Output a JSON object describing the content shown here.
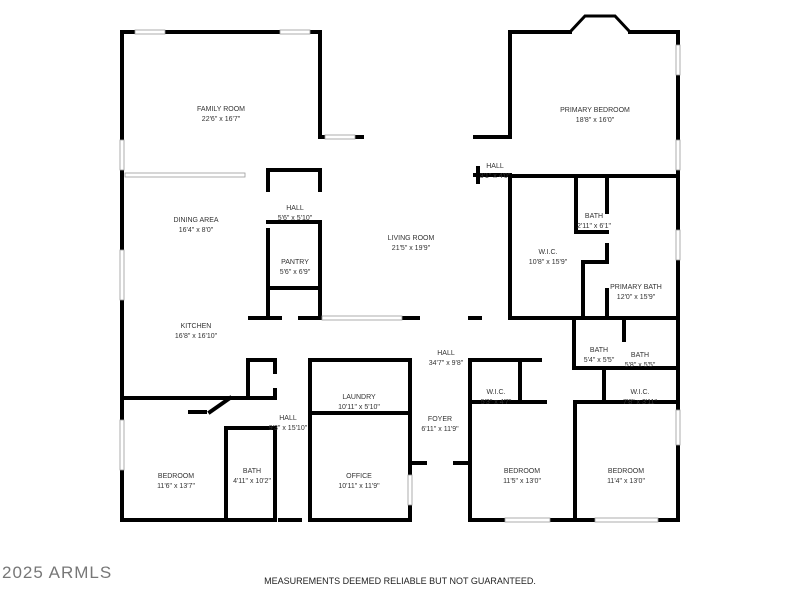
{
  "rooms": [
    {
      "name": "FAMILY ROOM",
      "size": "22'6\" x 16'7\""
    },
    {
      "name": "DINING AREA",
      "size": "16'4\" x 8'0\""
    },
    {
      "name": "KITCHEN",
      "size": "16'8\" x 16'10\""
    },
    {
      "name": "HALL",
      "size": "5'6\" x 5'10\""
    },
    {
      "name": "PANTRY",
      "size": "5'6\" x 6'9\""
    },
    {
      "name": "LIVING ROOM",
      "size": "21'5\" x 19'9\""
    },
    {
      "name": "HALL",
      "size": "3'1\" x 4'0\""
    },
    {
      "name": "PRIMARY BEDROOM",
      "size": "18'8\" x 16'0\""
    },
    {
      "name": "BATH",
      "size": "2'11\" x 6'1\""
    },
    {
      "name": "W.I.C.",
      "size": "10'8\" x 15'9\""
    },
    {
      "name": "PRIMARY BATH",
      "size": "12'0\" x 15'9\""
    },
    {
      "name": "HALL",
      "size": "34'7\" x 9'8\""
    },
    {
      "name": "BATH",
      "size": "5'4\" x 5'5\""
    },
    {
      "name": "BATH",
      "size": "5'8\" x 5'5\""
    },
    {
      "name": "W.I.C.",
      "size": "5'3\" x 4'7\""
    },
    {
      "name": "W.I.C.",
      "size": "7'8\" x 3'11\""
    },
    {
      "name": "LAUNDRY",
      "size": "10'11\" x 5'10\""
    },
    {
      "name": "HALL",
      "size": "9'3\" x 15'10\""
    },
    {
      "name": "FOYER",
      "size": "6'11\" x 11'9\""
    },
    {
      "name": "BEDROOM",
      "size": "11'6\" x 13'7\""
    },
    {
      "name": "BATH",
      "size": "4'11\" x 10'2\""
    },
    {
      "name": "OFFICE",
      "size": "10'11\" x 11'9\""
    },
    {
      "name": "BEDROOM",
      "size": "11'5\" x 13'0\""
    },
    {
      "name": "BEDROOM",
      "size": "11'4\" x 13'0\""
    }
  ],
  "watermark": "2025 ARMLS",
  "disclaimer": "MEASUREMENTS DEEMED RELIABLE BUT NOT GUARANTEED."
}
